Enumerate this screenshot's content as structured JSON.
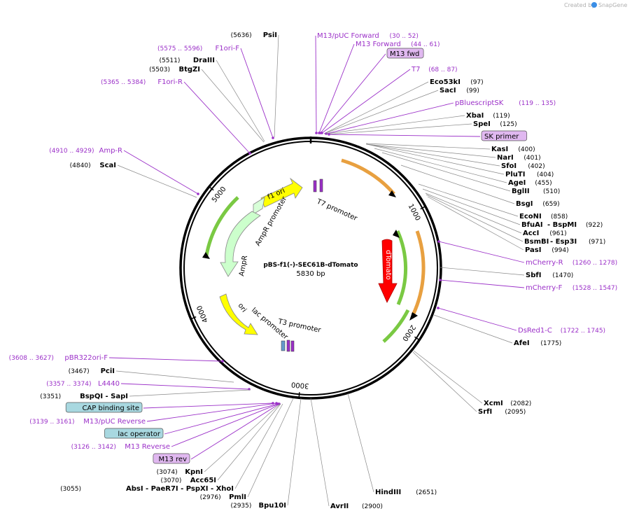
{
  "header": {
    "created_by": "Created by",
    "brand": "SnapGene"
  },
  "plasmid": {
    "name": "pBS-f1(-)-SEC61B-dTomato",
    "size_label": "5830 bp"
  },
  "ticks": [
    {
      "angle": 0,
      "label": ""
    },
    {
      "angle": 61.7,
      "label": "1000"
    },
    {
      "angle": 123.5,
      "label": "2000"
    },
    {
      "angle": 185.2,
      "label": "3000"
    },
    {
      "angle": 247.0,
      "label": "4000"
    },
    {
      "angle": 308.7,
      "label": "5000"
    }
  ],
  "features": [
    {
      "name": "f1 ori",
      "color": "#ffff00",
      "text_color": "#000"
    },
    {
      "name": "AmpR promoter",
      "color": "#d8ffd8"
    },
    {
      "name": "AmpR",
      "color": "#ccffcc"
    },
    {
      "name": "ori",
      "color": "#ffff00"
    },
    {
      "name": "dTomato",
      "color": "#ff0000"
    },
    {
      "name": "T7 promoter"
    },
    {
      "name": "T3 promoter"
    },
    {
      "name": "lac promoter"
    }
  ],
  "labels_right": [
    {
      "kind": "primer",
      "name": "M13/pUC Forward",
      "pos": "(30 .. 52)"
    },
    {
      "kind": "primer",
      "name": "M13 Forward",
      "pos": "(44 .. 61)"
    },
    {
      "kind": "boxed",
      "name": "M13 fwd"
    },
    {
      "kind": "primer",
      "name": "T7",
      "pos": "(68 .. 87)"
    },
    {
      "kind": "enzyme",
      "name": "Eco53kI",
      "pos": "(97)"
    },
    {
      "kind": "enzyme",
      "name": "SacI",
      "pos": "(99)"
    },
    {
      "kind": "primer",
      "name": "pBluescriptSK",
      "pos": "(119 .. 135)"
    },
    {
      "kind": "enzyme",
      "name": "XbaI",
      "pos": "(119)"
    },
    {
      "kind": "enzyme",
      "name": "SpeI",
      "pos": "(125)"
    },
    {
      "kind": "boxed",
      "name": "SK primer"
    },
    {
      "kind": "enzyme",
      "name": "KasI",
      "pos": "(400)"
    },
    {
      "kind": "enzyme",
      "name": "NarI",
      "pos": "(401)"
    },
    {
      "kind": "enzyme",
      "name": "SfoI",
      "pos": "(402)"
    },
    {
      "kind": "enzyme",
      "name": "PluTI",
      "pos": "(404)"
    },
    {
      "kind": "enzyme",
      "name": "AgeI",
      "pos": "(455)"
    },
    {
      "kind": "enzyme",
      "name": "BglII",
      "pos": "(510)"
    },
    {
      "kind": "enzyme",
      "name": "BsgI",
      "pos": "(659)"
    },
    {
      "kind": "enzyme",
      "name": "EcoNI",
      "pos": "(858)"
    },
    {
      "kind": "enzyme2",
      "name": "BfuAI",
      "name2": "BspMI",
      "pos": "(922)"
    },
    {
      "kind": "enzyme",
      "name": "AccI",
      "pos": "(961)"
    },
    {
      "kind": "enzyme2",
      "name": "BsmBI",
      "name2": "Esp3I",
      "pos": "(971)"
    },
    {
      "kind": "enzyme",
      "name": "PasI",
      "pos": "(994)"
    },
    {
      "kind": "primer",
      "name": "mCherry-R",
      "pos": "(1260 .. 1278)"
    },
    {
      "kind": "enzyme",
      "name": "SbfI",
      "pos": "(1470)"
    },
    {
      "kind": "primer",
      "name": "mCherry-F",
      "pos": "(1528 .. 1547)"
    },
    {
      "kind": "primer",
      "name": "DsRed1-C",
      "pos": "(1722 .. 1745)"
    },
    {
      "kind": "enzyme",
      "name": "AfeI",
      "pos": "(1775)"
    },
    {
      "kind": "enzyme",
      "name": "XcmI",
      "pos": "(2082)"
    },
    {
      "kind": "enzyme",
      "name": "SrfI",
      "pos": "(2095)"
    },
    {
      "kind": "enzyme",
      "name": "HindIII",
      "pos": "(2651)"
    },
    {
      "kind": "enzyme",
      "name": "AvrII",
      "pos": "(2900)"
    }
  ],
  "labels_left": [
    {
      "kind": "enzyme",
      "name": "PsiI",
      "pos": "(5636)"
    },
    {
      "kind": "primer",
      "name": "F1ori-F",
      "pos": "(5575 .. 5596)"
    },
    {
      "kind": "enzyme",
      "name": "DraIII",
      "pos": "(5511)"
    },
    {
      "kind": "enzyme",
      "name": "BtgZI",
      "pos": "(5503)"
    },
    {
      "kind": "primer",
      "name": "F1ori-R",
      "pos": "(5365 .. 5384)"
    },
    {
      "kind": "primer",
      "name": "Amp-R",
      "pos": "(4910 .. 4929)"
    },
    {
      "kind": "enzyme",
      "name": "ScaI",
      "pos": "(4840)"
    },
    {
      "kind": "primer",
      "name": "pBR322ori-F",
      "pos": "(3608 .. 3627)"
    },
    {
      "kind": "enzyme",
      "name": "PciI",
      "pos": "(3467)"
    },
    {
      "kind": "primer",
      "name": "L4440",
      "pos": "(3357 .. 3374)"
    },
    {
      "kind": "enzyme2",
      "name": "BspQI",
      "name2": "SapI",
      "pos": "(3351)"
    },
    {
      "kind": "boxed",
      "name": "CAP binding site"
    },
    {
      "kind": "primer",
      "name": "M13/pUC Reverse",
      "pos": "(3139 .. 3161)"
    },
    {
      "kind": "boxed",
      "name": "lac operator"
    },
    {
      "kind": "primer",
      "name": "M13 Reverse",
      "pos": "(3126 .. 3142)"
    },
    {
      "kind": "boxed",
      "name": "M13 rev"
    },
    {
      "kind": "enzyme",
      "name": "KpnI",
      "pos": "(3074)"
    },
    {
      "kind": "enzyme",
      "name": "Acc65I",
      "pos": "(3070)"
    },
    {
      "kind": "enzyme3",
      "name": "AbsI",
      "name2": "PaeR7I",
      "name3": "PspXI",
      "name4": "XhoI",
      "pos": "(3055)"
    },
    {
      "kind": "enzyme",
      "name": "PmlI",
      "pos": "(2976)"
    },
    {
      "kind": "enzyme",
      "name": "Bpu10I",
      "pos": "(2935)"
    }
  ]
}
